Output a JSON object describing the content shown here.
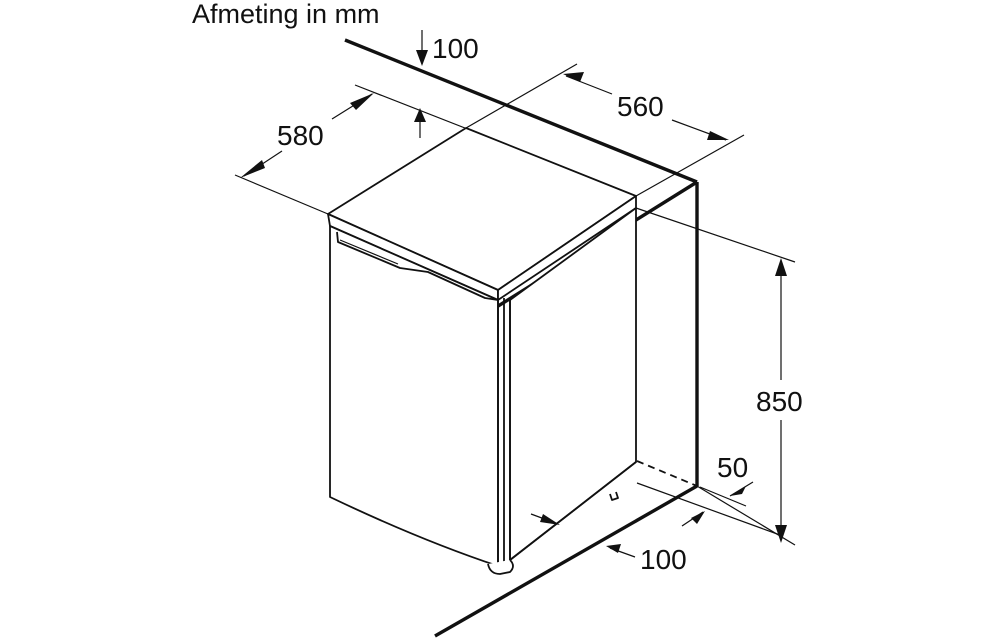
{
  "diagram": {
    "title": "Afmeting in mm",
    "subject": "undercounter-refrigerator",
    "dimensions": {
      "top_clearance": "100",
      "depth": "580",
      "width": "560",
      "height": "850",
      "rear_gap": "50",
      "side_clearance": "100"
    },
    "colors": {
      "line": "#111111",
      "background": "#ffffff"
    }
  }
}
